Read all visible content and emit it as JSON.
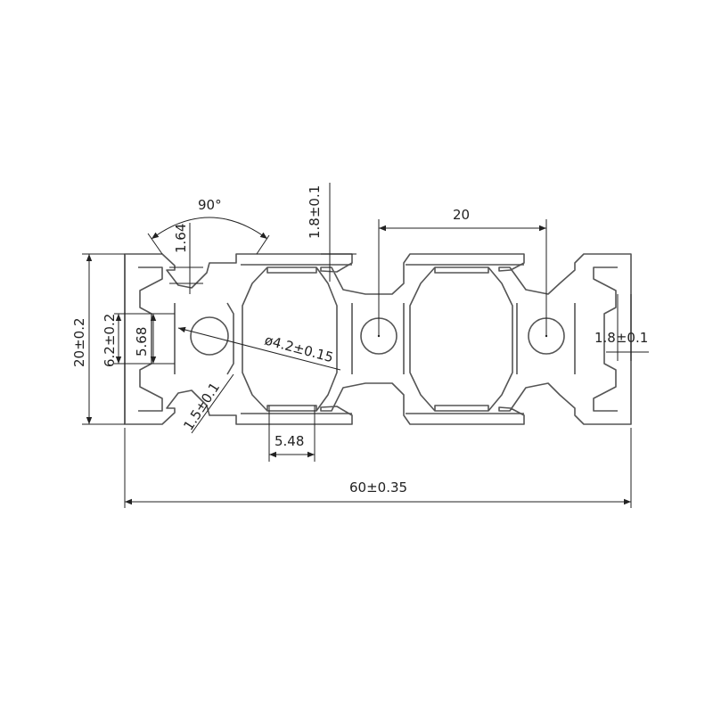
{
  "drawing": {
    "line_color": "#222222",
    "profile_color": "#555555",
    "background": "#ffffff",
    "dimensions": {
      "angle": "90°",
      "chamfer_depth": "1.64",
      "wall_thickness_top": "1.8±0.1",
      "pitch": "20",
      "height": "20±0.2",
      "slot_outer_width": "6.2±0.2",
      "slot_inner_width": "5.68",
      "center_bore": "ø4.2±0.15",
      "slot_wall_thickness": "1.8±0.1",
      "inner_wall_thickness": "1.5±0.1",
      "slot_neck_width": "5.48",
      "total_width": "60±0.35"
    }
  }
}
